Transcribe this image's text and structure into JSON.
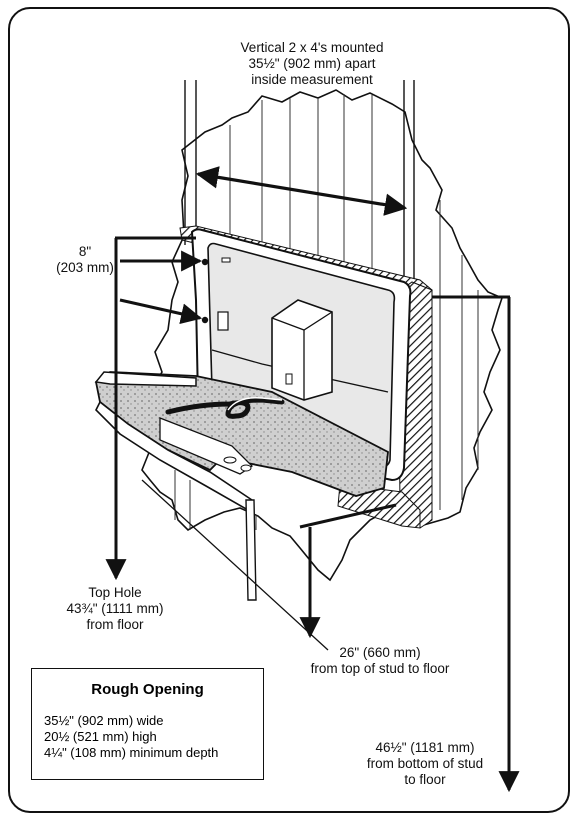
{
  "labels": {
    "studs": [
      "Vertical 2 x 4's mounted",
      "35½\" (902 mm) apart",
      "inside measurement"
    ],
    "hole_spacing": [
      "8\"",
      "(203 mm)"
    ],
    "top_hole": [
      "Top Hole",
      "43¾\" (1111 mm)",
      "from floor"
    ],
    "top_of_stud": [
      "26\" (660 mm)",
      "from top of stud to floor"
    ],
    "bottom_of_stud": [
      "46½\" (1181 mm)",
      "from bottom of stud",
      "to floor"
    ]
  },
  "rough_opening": {
    "title": "Rough Opening",
    "lines": [
      "35½\" (902 mm) wide",
      "20½ (521 mm) high",
      "4¼\" (108 mm) minimum depth"
    ]
  }
}
